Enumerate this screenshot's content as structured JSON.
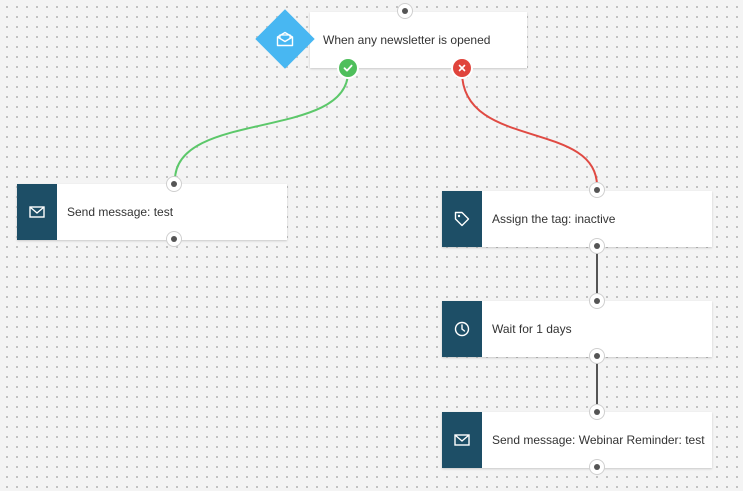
{
  "trigger": {
    "label": "When any newsletter is opened",
    "icon": "envelope-open-icon",
    "color": "#48b7f2"
  },
  "branches": {
    "yes": {
      "icon": "check-icon",
      "color": "#4fbf5c",
      "wire_color": "#5cc86a"
    },
    "no": {
      "icon": "close-icon",
      "color": "#e0443c",
      "wire_color": "#e04a43"
    }
  },
  "nodes": {
    "send_message_test": {
      "label": "Send message: test",
      "icon": "envelope-icon"
    },
    "assign_tag": {
      "label": "Assign the tag: inactive",
      "icon": "tag-icon"
    },
    "wait": {
      "label": "Wait for 1 days",
      "icon": "clock-icon"
    },
    "send_reminder": {
      "label": "Send message: Webinar Reminder: test",
      "icon": "envelope-icon"
    }
  },
  "colors": {
    "action_icon_bg": "#1d4e66",
    "connector": "#555555",
    "canvas_bg": "#f4f4f4"
  }
}
